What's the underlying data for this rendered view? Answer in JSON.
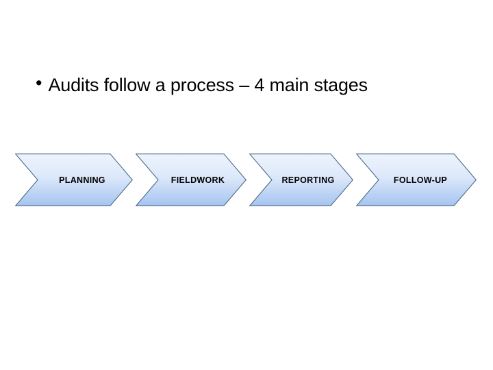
{
  "slide": {
    "background_color": "#ffffff",
    "heading": {
      "bullet_marker": "•",
      "text": "Audits follow a process – 4 main stages"
    },
    "process": {
      "type": "chevron-process-flow",
      "stage_count": 4,
      "style": {
        "gradient_top_color": "#eaf1fb",
        "gradient_bottom_color": "#a6c4f0",
        "border_color": "#4a6a86",
        "label_color": "#000000"
      },
      "stages": [
        {
          "label": "PLANNING"
        },
        {
          "label": "FIELDWORK"
        },
        {
          "label": "REPORTING"
        },
        {
          "label": "FOLLOW-UP"
        }
      ]
    }
  }
}
